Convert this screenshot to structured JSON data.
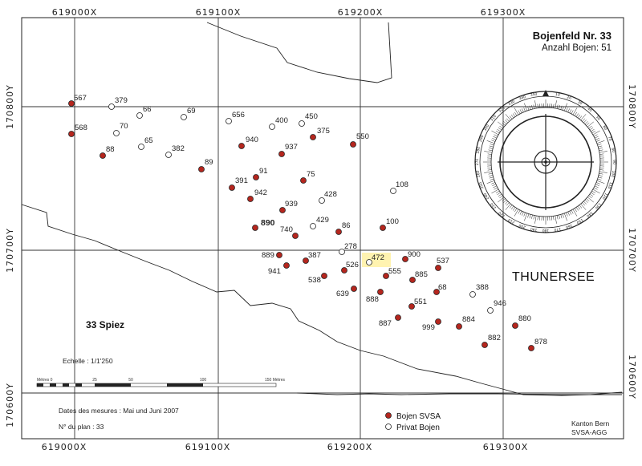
{
  "header": {
    "title": "Bojenfeld Nr. 33",
    "subtitle": "Anzahl Bojen: 51"
  },
  "place_labels": {
    "lake": "THUNERSEE",
    "town": "33 Spiez"
  },
  "grid_x_labels": [
    "619000X",
    "619100X",
    "619200X",
    "619300X"
  ],
  "grid_y_labels": [
    "170800Y",
    "170700Y",
    "170600Y"
  ],
  "info": {
    "scale": "Echelle : 1/1'250",
    "dates": "Dates des mesures : Mai und Juni 2007",
    "plan_number": "N° du plan : 33",
    "scalebar_unit_left": "Mètres 0",
    "scalebar_ticks": [
      "25",
      "50",
      "100",
      "150 Mètres"
    ]
  },
  "legend": {
    "svsa": "Bojen SVSA",
    "private": "Privat Bojen"
  },
  "credit": {
    "line1": "Kanton Bern",
    "line2": "SVSA-AGG"
  },
  "colors": {
    "svsa_fill": "#b5261e",
    "private_fill": "#ffffff",
    "highlight": "#fff3b0"
  },
  "buoys_svsa": [
    "567",
    "568",
    "88",
    "89",
    "940",
    "937",
    "375",
    "550",
    "91",
    "391",
    "942",
    "75",
    "939",
    "890",
    "740",
    "86",
    "100",
    "889",
    "941",
    "387",
    "538",
    "526",
    "639",
    "900",
    "537",
    "555",
    "885",
    "888",
    "68",
    "551",
    "887",
    "999",
    "884",
    "880",
    "882",
    "878"
  ],
  "buoys_private": [
    "379",
    "66",
    "69",
    "70",
    "65",
    "382",
    "656",
    "400",
    "450",
    "108",
    "428",
    "429",
    "278",
    "472",
    "388",
    "946"
  ]
}
